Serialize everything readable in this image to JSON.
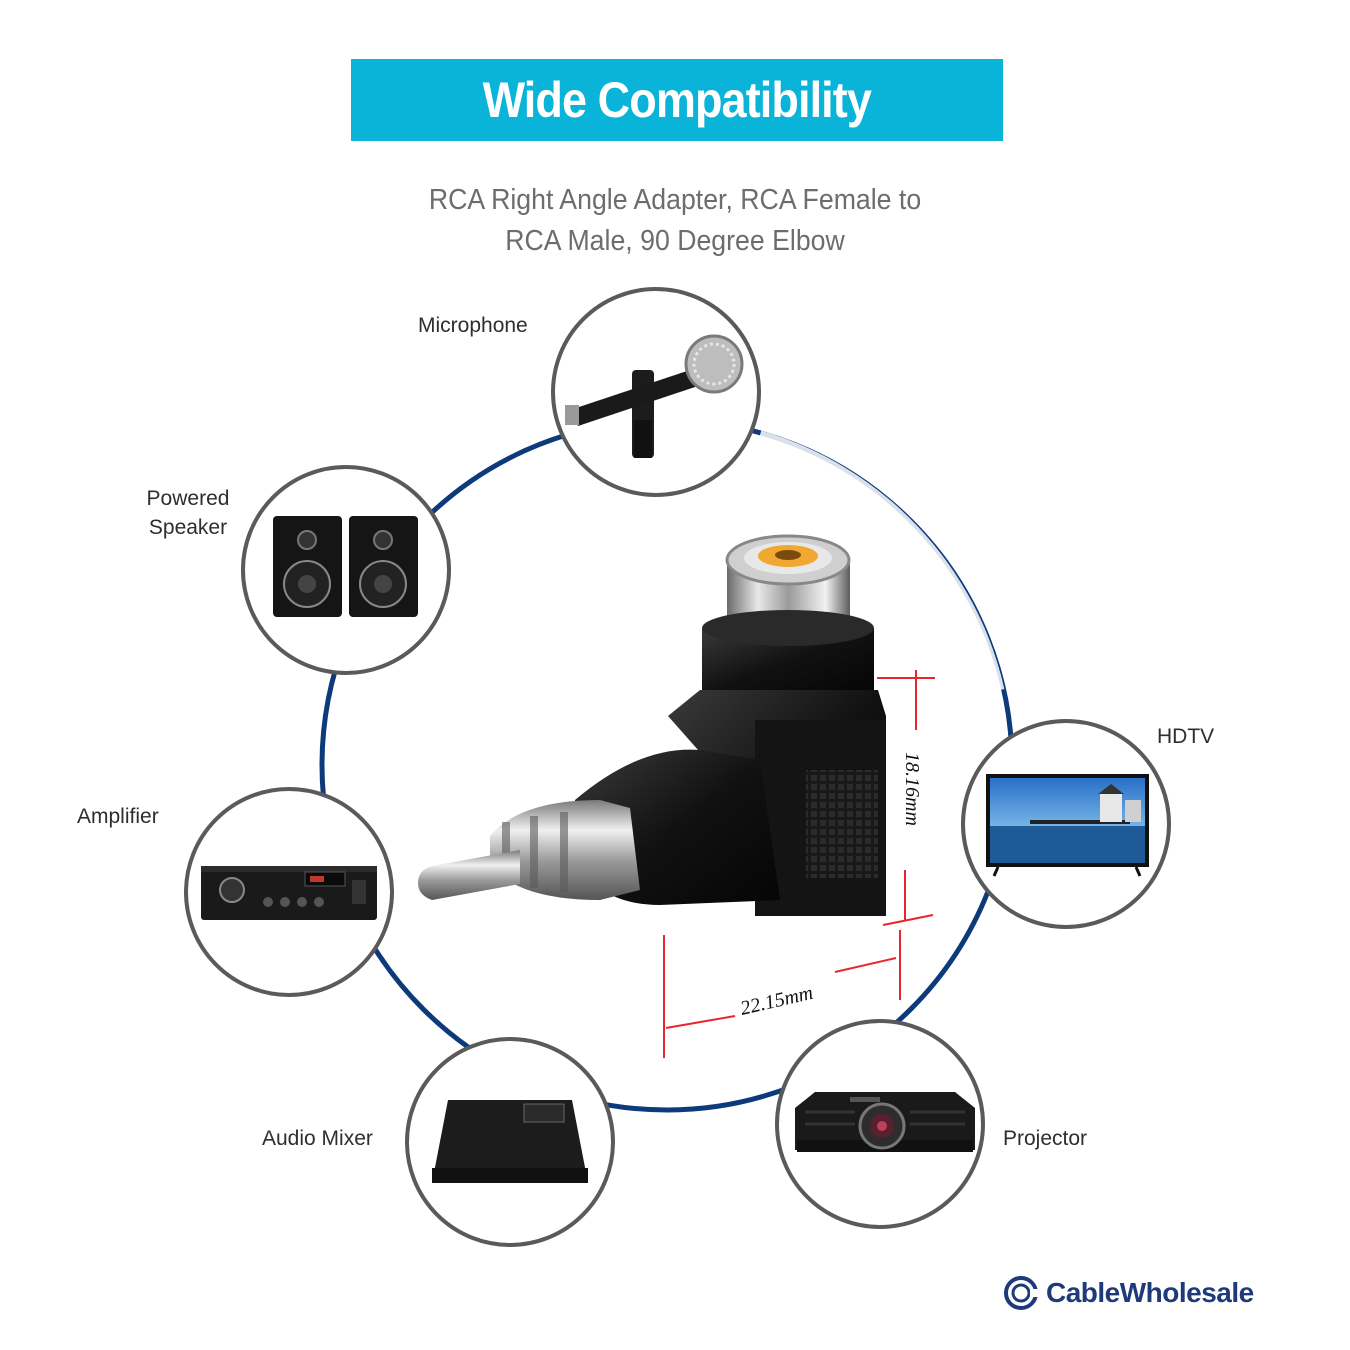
{
  "banner": {
    "title": "Wide Compatibility"
  },
  "subtitle": {
    "line1": "RCA Right Angle Adapter, RCA Female to",
    "line2": "RCA Male, 90 Degree Elbow"
  },
  "devices": {
    "microphone": "Microphone",
    "speaker_line1": "Powered",
    "speaker_line2": "Speaker",
    "amplifier": "Amplifier",
    "hdtv": "HDTV",
    "mixer": "Audio Mixer",
    "projector": "Projector"
  },
  "dimensions": {
    "height": "18.16mm",
    "width": "22.15mm"
  },
  "brand": {
    "name": "CableWholesale"
  },
  "colors": {
    "banner": "#0ab4d8",
    "ring": "#0d3a7a",
    "dimension_line": "#e8262d",
    "brand": "#1e3a7a"
  }
}
